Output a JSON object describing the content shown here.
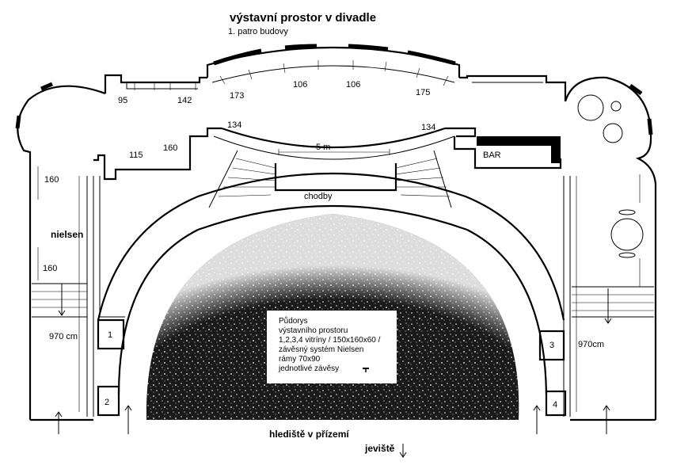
{
  "title": "výstavní prostor v divadle",
  "subtitle": "1. patro budovy",
  "top_dimensions": [
    "95",
    "142",
    "173",
    "106",
    "106",
    "175"
  ],
  "upper_dimensions": [
    "134",
    "134",
    "115",
    "160"
  ],
  "corridor_width": "5 m",
  "bar_label": "BAR",
  "corridor_label": "chodby",
  "left_labels": {
    "dim1": "160",
    "nielsen": "nielsen",
    "dim2": "160",
    "length": "970 cm"
  },
  "right_length": "970cm",
  "showcase_numbers": [
    "1",
    "2",
    "3",
    "4"
  ],
  "auditorium_label": "hlediště v přízemí",
  "stage_label": "jeviště",
  "legend": {
    "title": "Půdorys",
    "lines": [
      "výstavního prostoru",
      "1,2,3,4 vitríny / 150x160x60 /",
      "závěsný systém Nielsen",
      "rámy 70x90",
      "jednotlivé závěsy"
    ]
  },
  "colors": {
    "ink": "#000000",
    "paper": "#ffffff"
  },
  "icons": [
    "hanger-symbol-icon",
    "up-arrow-icon",
    "down-arrow-icon"
  ]
}
